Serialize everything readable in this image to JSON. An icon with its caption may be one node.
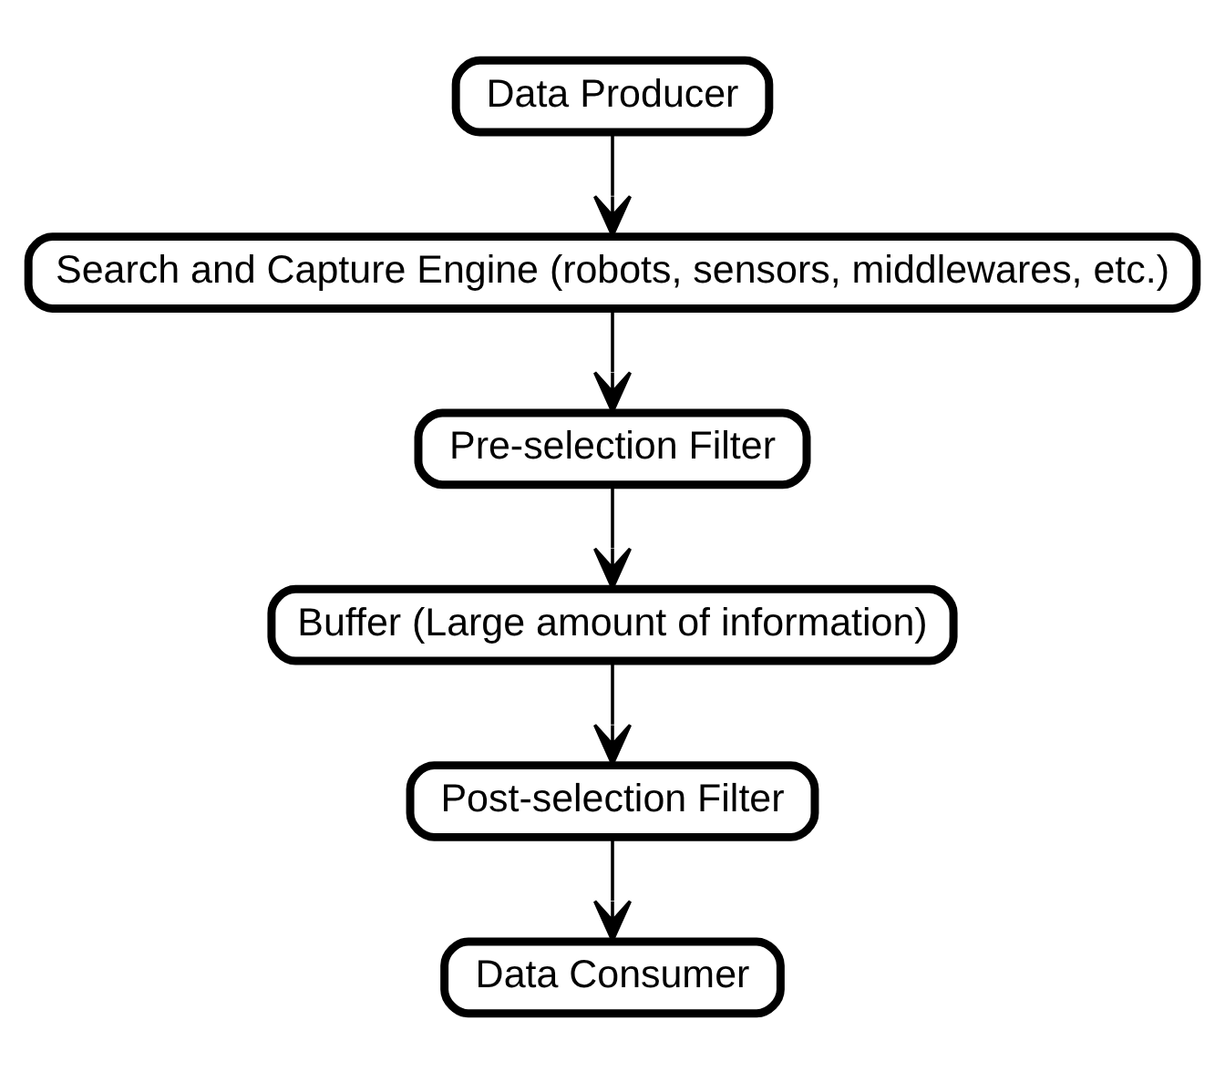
{
  "diagram": {
    "nodes": [
      {
        "text": [
          "Data Producer"
        ]
      },
      {
        "text": [
          "Search and Capture Engine (robots, sensors, middlewares, etc.)"
        ]
      },
      {
        "text": [
          "Pre-selection Filter"
        ]
      },
      {
        "text": [
          "Buffer (Large amount of information)"
        ]
      },
      {
        "text": [
          "Post-selection Filter"
        ]
      },
      {
        "text": [
          "Data Consumer"
        ]
      }
    ],
    "edges": [
      {
        "from": 0,
        "to": 1,
        "arrow": "to"
      },
      {
        "from": 1,
        "to": 2,
        "arrow": "to"
      },
      {
        "from": 2,
        "to": 3,
        "arrow": "to"
      },
      {
        "from": 3,
        "to": 4,
        "arrow": "to"
      },
      {
        "from": 4,
        "to": 5,
        "arrow": "to"
      }
    ]
  }
}
